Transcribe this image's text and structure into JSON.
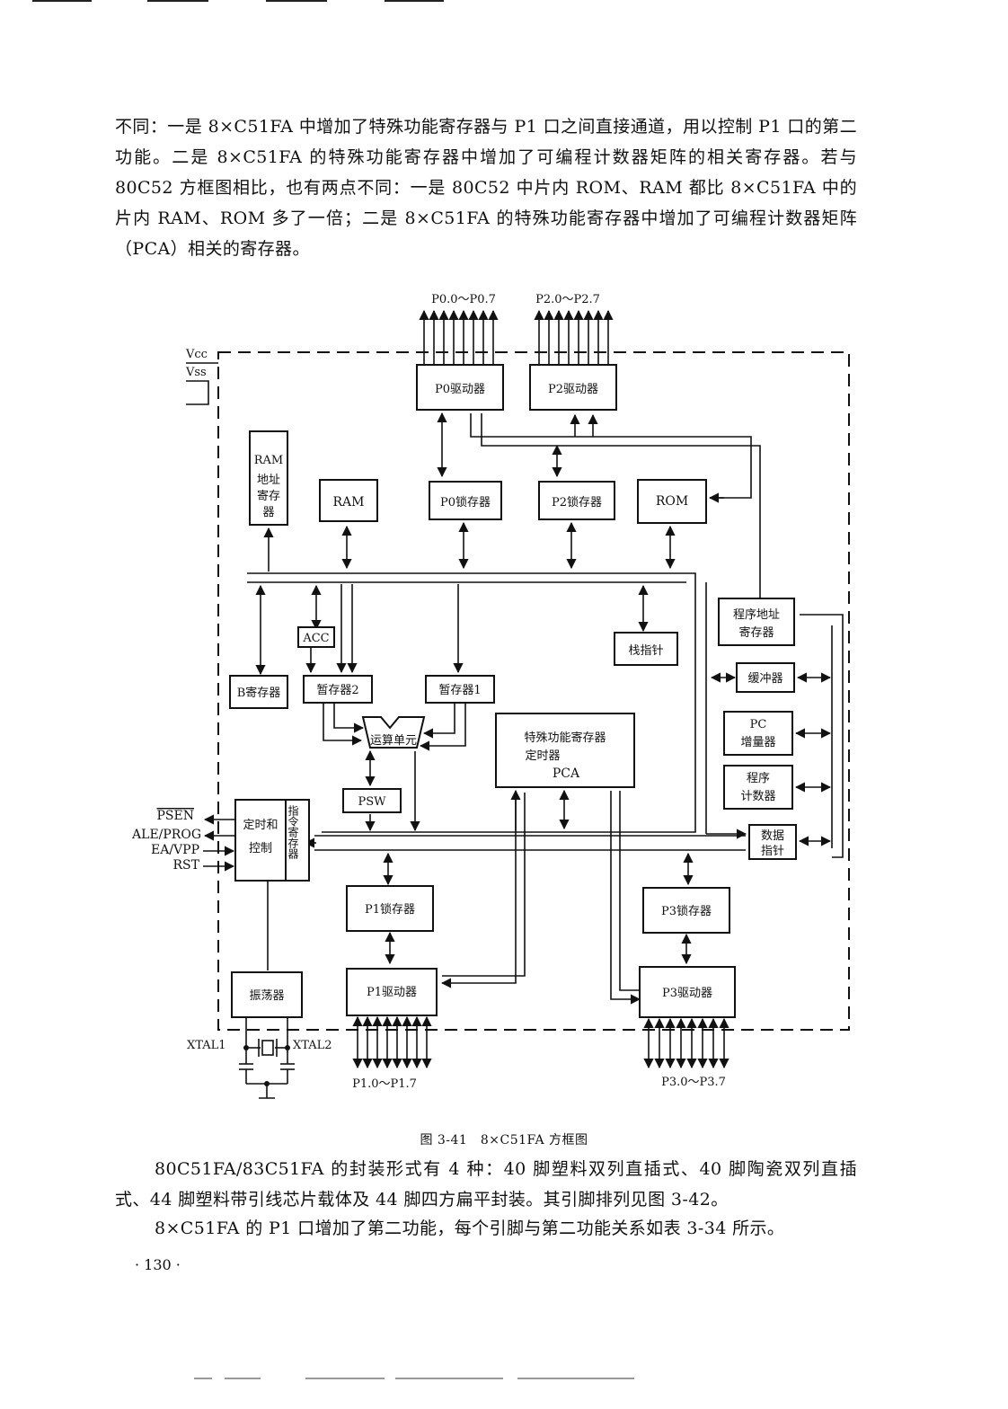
{
  "top_text": "不同：一是 8×C51FA 中增加了特殊功能寄存器与 P1 口之间直接通道，用以控制 P1 口的第二功能。二是 8×C51FA 的特殊功能寄存器中增加了可编程计数器矩阵的相关寄存器。若与 80C52 方框图相比，也有两点不同：一是 80C52 中片内 ROM、RAM 都比 8×C51FA 中的片内 RAM、ROM 多了一倍；二是 8×C51FA 的特殊功能寄存器中增加了可编程计数器矩阵（PCA）相关的寄存器。",
  "diagram": {
    "p0_pins": "P0.0～P0.7",
    "p2_pins": "P2.0～P2.7",
    "p1_pins": "P1.0～P1.7",
    "p3_pins": "P3.0～P3.7",
    "vcc": "Vcc",
    "vss": "Vss",
    "p0_driver": "P0驱动器",
    "p2_driver": "P2驱动器",
    "ram_addr": [
      "RAM",
      "地址",
      "寄存",
      "器"
    ],
    "ram": "RAM",
    "p0_latch": "P0锁存器",
    "p2_latch": "P2锁存器",
    "rom": "ROM",
    "acc": "ACC",
    "stack_pointer": "栈指针",
    "prog_addr_reg": [
      "程序地址",
      "寄存器"
    ],
    "b_reg": "B寄存器",
    "tmp2": "暂存器2",
    "tmp1": "暂存器1",
    "buffer": "缓冲器",
    "alu": "运算单元",
    "sfr": [
      "特殊功能寄存器",
      "定时器",
      "PCA"
    ],
    "pc_inc": [
      "PC",
      "增量器"
    ],
    "pc": [
      "程序",
      "计数器"
    ],
    "psw": "PSW",
    "psen": "PSEN",
    "ale": "ALE/PROG",
    "ea": "EA/VPP",
    "rst": "RST",
    "timing": [
      "定时和",
      "控制"
    ],
    "instr_reg": "指令寄存器",
    "dptr": [
      "数据",
      "指针"
    ],
    "p1_latch": "P1锁存器",
    "p3_latch": "P3锁存器",
    "oscillator": "振荡器",
    "p1_driver": "P1驱动器",
    "p3_driver": "P3驱动器",
    "xtal1": "XTAL1",
    "xtal2": "XTAL2"
  },
  "caption": "图 3-41　8×C51FA 方框图",
  "para2": "80C51FA/83C51FA 的封装形式有 4 种：40 脚塑料双列直插式、40 脚陶瓷双列直插式、44 脚塑料带引线芯片载体及 44 脚四方扁平封装。其引脚排列见图 3-42。",
  "para3": "8×C51FA 的 P1 口增加了第二功能，每个引脚与第二功能关系如表 3-34 所示。",
  "page_number": "· 130 ·"
}
